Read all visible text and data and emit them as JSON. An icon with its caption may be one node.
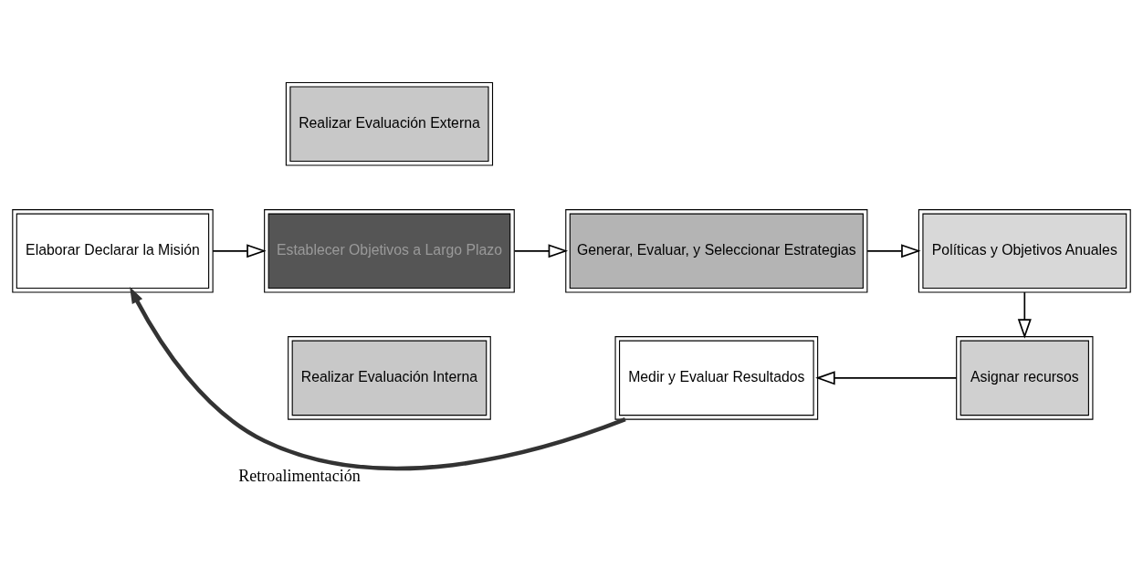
{
  "diagram": {
    "nodes": [
      {
        "text": [
          "Realizar Evaluación Externa"
        ]
      },
      {
        "text": [
          "Elaborar Declarar la Misión"
        ]
      },
      {
        "text": [
          "Establecer Objetivos a Largo Plazo"
        ]
      },
      {
        "text": [
          "Generar, Evaluar, y Seleccionar Estrategias"
        ]
      },
      {
        "text": [
          "Políticas y Objetivos Anuales"
        ]
      },
      {
        "text": [
          "Realizar Evaluación Interna"
        ]
      },
      {
        "text": [
          "Medir y Evaluar Resultados"
        ]
      },
      {
        "text": [
          "Asignar recursos"
        ]
      }
    ],
    "edges": [
      {
        "from": 1,
        "to": 2,
        "arrow": "to"
      },
      {
        "from": 2,
        "to": 3,
        "arrow": "to"
      },
      {
        "from": 3,
        "to": 4,
        "arrow": "to"
      },
      {
        "from": 4,
        "to": 7,
        "arrow": "to"
      },
      {
        "from": 7,
        "to": 6,
        "arrow": "to"
      },
      {
        "from": 6,
        "to": 1,
        "arrow": "to",
        "label": "Retroalimentación",
        "style": "thick",
        "color": "#333333"
      }
    ]
  }
}
